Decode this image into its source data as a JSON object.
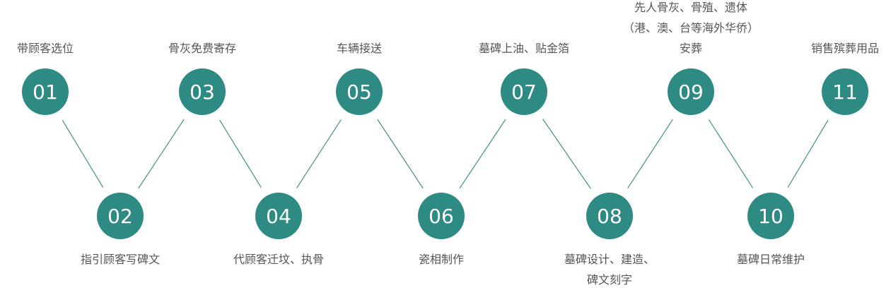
{
  "colors": {
    "circle": "#2e8b84",
    "connector": "#3f8f8a",
    "number_text": "#ffffff",
    "label_text": "#555555"
  },
  "steps": [
    {
      "number": "01",
      "lines": [
        "带顾客选位"
      ]
    },
    {
      "number": "02",
      "lines": [
        "指引顾客写碑文"
      ]
    },
    {
      "number": "03",
      "lines": [
        "骨灰免费寄存"
      ]
    },
    {
      "number": "04",
      "lines": [
        "代顾客迁坟、执骨"
      ]
    },
    {
      "number": "05",
      "lines": [
        "车辆接送"
      ]
    },
    {
      "number": "06",
      "lines": [
        "瓷相制作"
      ]
    },
    {
      "number": "07",
      "lines": [
        "墓碑上油、贴金箔"
      ]
    },
    {
      "number": "08",
      "lines": [
        "墓碑设计、建造、",
        "碑文刻字"
      ]
    },
    {
      "number": "09",
      "lines": [
        "先人骨灰、骨殖、遗体",
        "（港、澳、台等海外华侨）",
        "安葬"
      ]
    },
    {
      "number": "10",
      "lines": [
        "墓碑日常维护"
      ]
    },
    {
      "number": "11",
      "lines": [
        "销售殡葬用品"
      ]
    }
  ]
}
